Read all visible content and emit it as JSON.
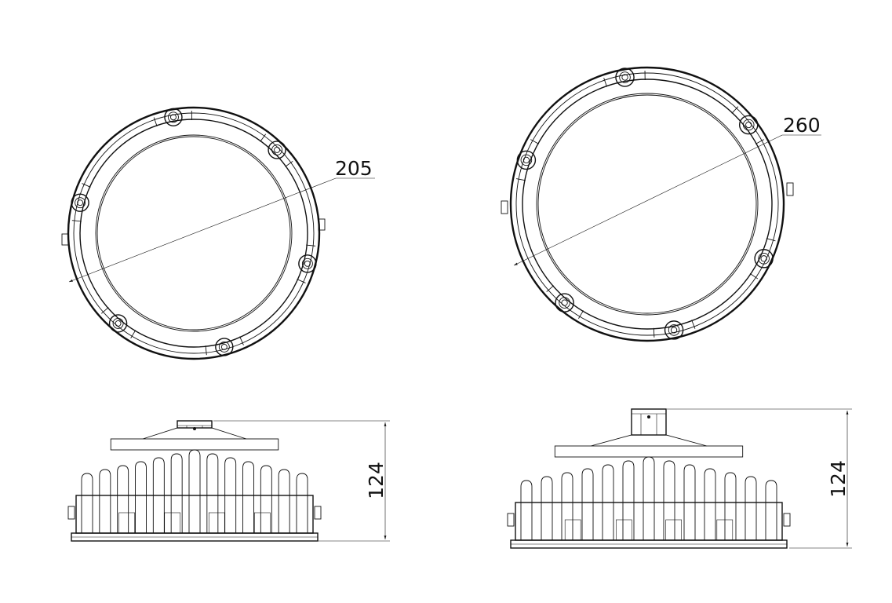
{
  "dimensions": {
    "left_top_diameter": "205",
    "right_top_diameter": "260",
    "left_side_height": "124",
    "right_side_height": "124"
  },
  "colors": {
    "line": "#111111",
    "background": "#ffffff"
  }
}
